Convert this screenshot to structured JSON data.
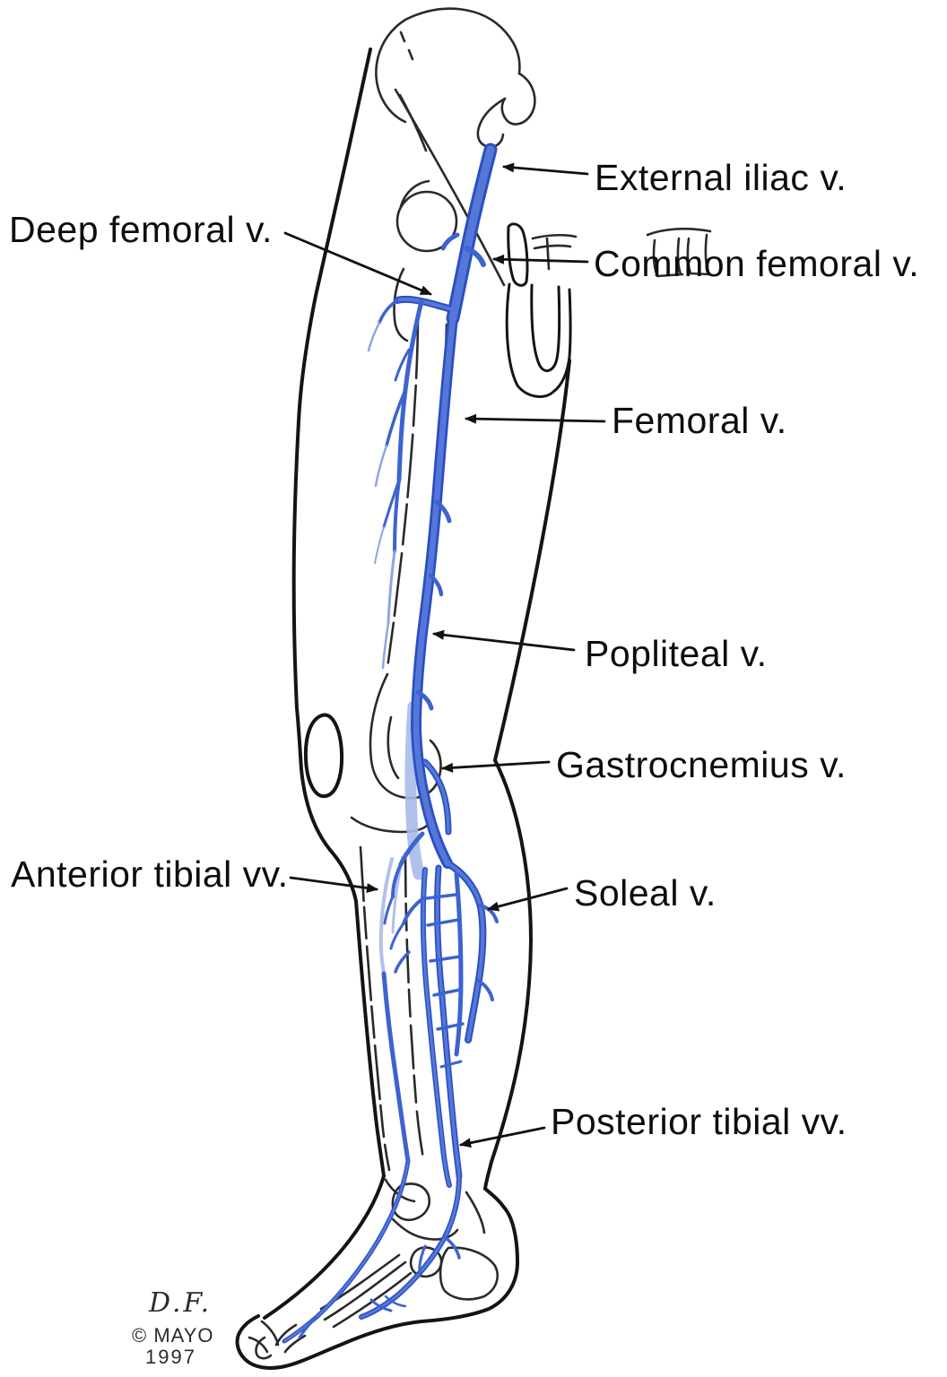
{
  "figure": {
    "title": "Deep venous system of the lower extremity (lateral view)",
    "type": "anatomical-line-diagram",
    "colors": {
      "background": "#ffffff",
      "body_outline": "#141414",
      "vein_dark_edge": "#2b4fc2",
      "vein_fill": "#5578d8",
      "vein_faded": "#a9bbe9",
      "label_text": "#0d0d0d"
    },
    "labels": [
      {
        "id": "external-iliac",
        "text": "External iliac v."
      },
      {
        "id": "deep-femoral",
        "text": "Deep femoral v."
      },
      {
        "id": "common-femoral",
        "text": "Common femoral v."
      },
      {
        "id": "femoral",
        "text": "Femoral v."
      },
      {
        "id": "popliteal",
        "text": "Popliteal v."
      },
      {
        "id": "gastrocnemius",
        "text": "Gastrocnemius v."
      },
      {
        "id": "anterior-tibial",
        "text": "Anterior tibial vv."
      },
      {
        "id": "soleal",
        "text": "Soleal v."
      },
      {
        "id": "posterior-tibial",
        "text": "Posterior tibial vv."
      }
    ],
    "credit": {
      "artist_initials": "D.F.",
      "copyright_line": "© MAYO",
      "year": "1997"
    }
  }
}
